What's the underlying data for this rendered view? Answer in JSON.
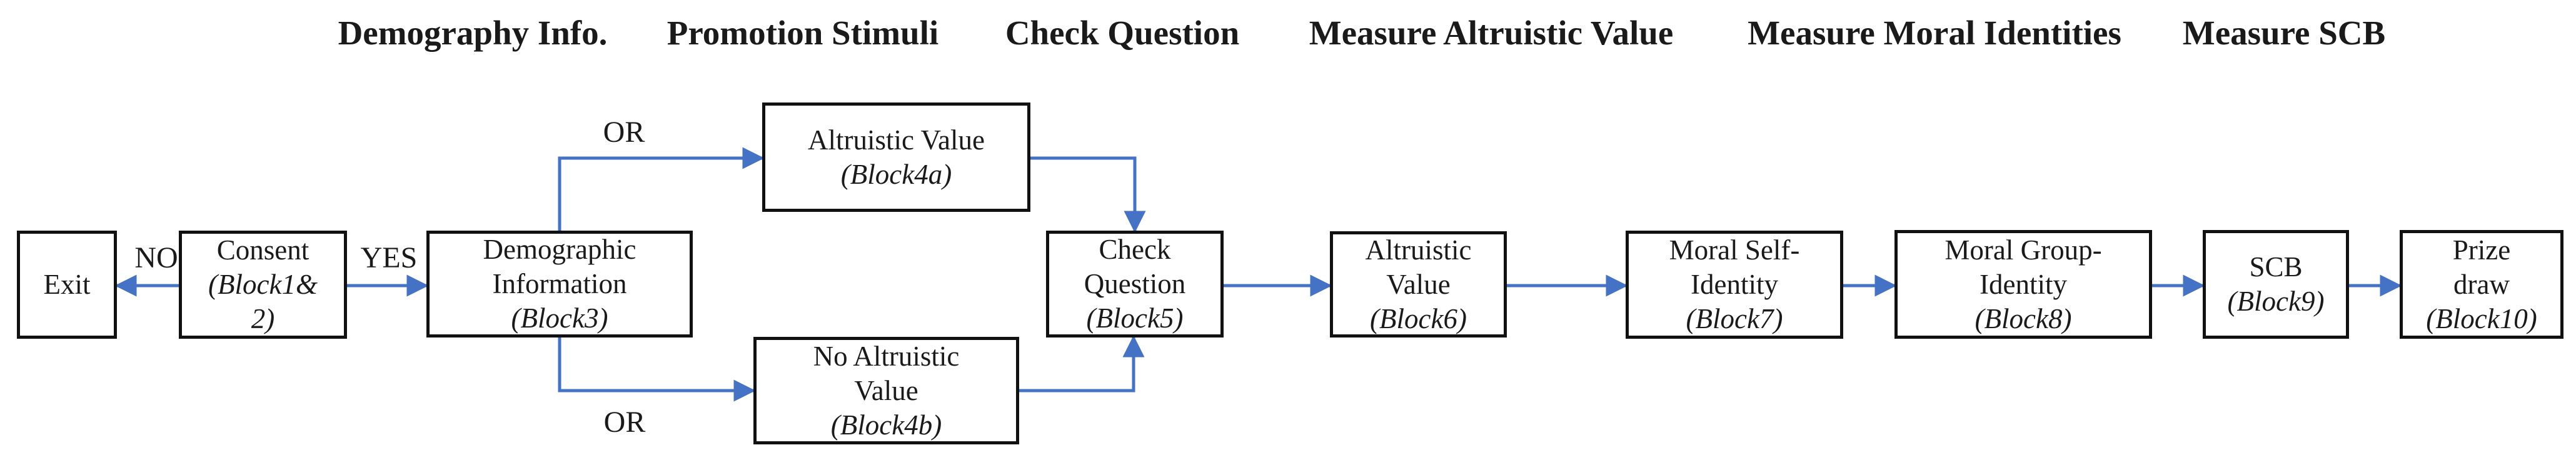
{
  "header": {
    "labels": [
      "Demography Info.",
      "Promotion Stimuli",
      "Check Question",
      "Measure Altruistic Value",
      "Measure Moral Identities",
      "Measure SCB"
    ]
  },
  "nodes": {
    "exit": {
      "line1": "Exit"
    },
    "consent": {
      "line1": "Consent",
      "line2": "(Block1&",
      "line3": "2)"
    },
    "demographic": {
      "line1": "Demographic",
      "line2": "Information",
      "line3": "(Block3)"
    },
    "block4a": {
      "line1": "Altruistic Value",
      "line2": "(Block4a)"
    },
    "block4b": {
      "line1": "No Altruistic",
      "line2": "Value",
      "line3": "(Block4b)"
    },
    "check": {
      "line1": "Check",
      "line2": "Question",
      "line3": "(Block5)"
    },
    "block6": {
      "line1": "Altruistic",
      "line2": "Value",
      "line3": "(Block6)"
    },
    "block7": {
      "line1": "Moral Self-",
      "line2": "Identity",
      "line3": "(Block7)"
    },
    "block8": {
      "line1": "Moral Group-",
      "line2": "Identity",
      "line3": "(Block8)"
    },
    "scb": {
      "line1": "SCB",
      "line2": "(Block9)"
    },
    "prize": {
      "line1": "Prize",
      "line2": "draw",
      "line3": "(Block10)"
    }
  },
  "edge_labels": {
    "no": "NO",
    "yes": "YES",
    "or_top": "OR",
    "or_bottom": "OR"
  },
  "colors": {
    "arrow": "#4472C4",
    "box_border": "#111111",
    "text": "#1a1a1a",
    "background": "#ffffff"
  }
}
